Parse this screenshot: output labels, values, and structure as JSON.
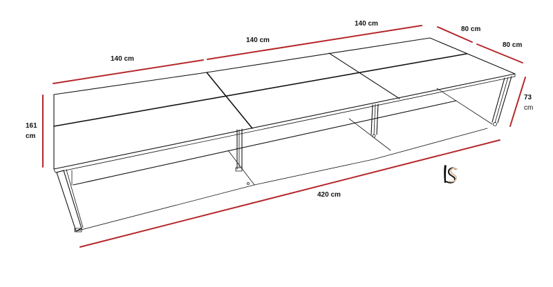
{
  "diagram": {
    "subject": "Bench desk, 6 seats (3 x 2 tops)",
    "dimension_color": "#b5262a",
    "line_color": "#111111",
    "labels": {
      "top_left_140": "140 cm",
      "top_mid_140": "140 cm",
      "top_right_140": "140 cm",
      "depth_80_a": "80 cm",
      "depth_80_b": "80 cm",
      "height_73_value": "73",
      "height_73_unit": "cm",
      "height_161_value": "161",
      "height_161_unit": "cm",
      "length_420": "420 cm"
    },
    "logo": {
      "name": "brand-monogram",
      "left_stroke_color": "#111111",
      "s_color": "#d8bfa3"
    }
  }
}
